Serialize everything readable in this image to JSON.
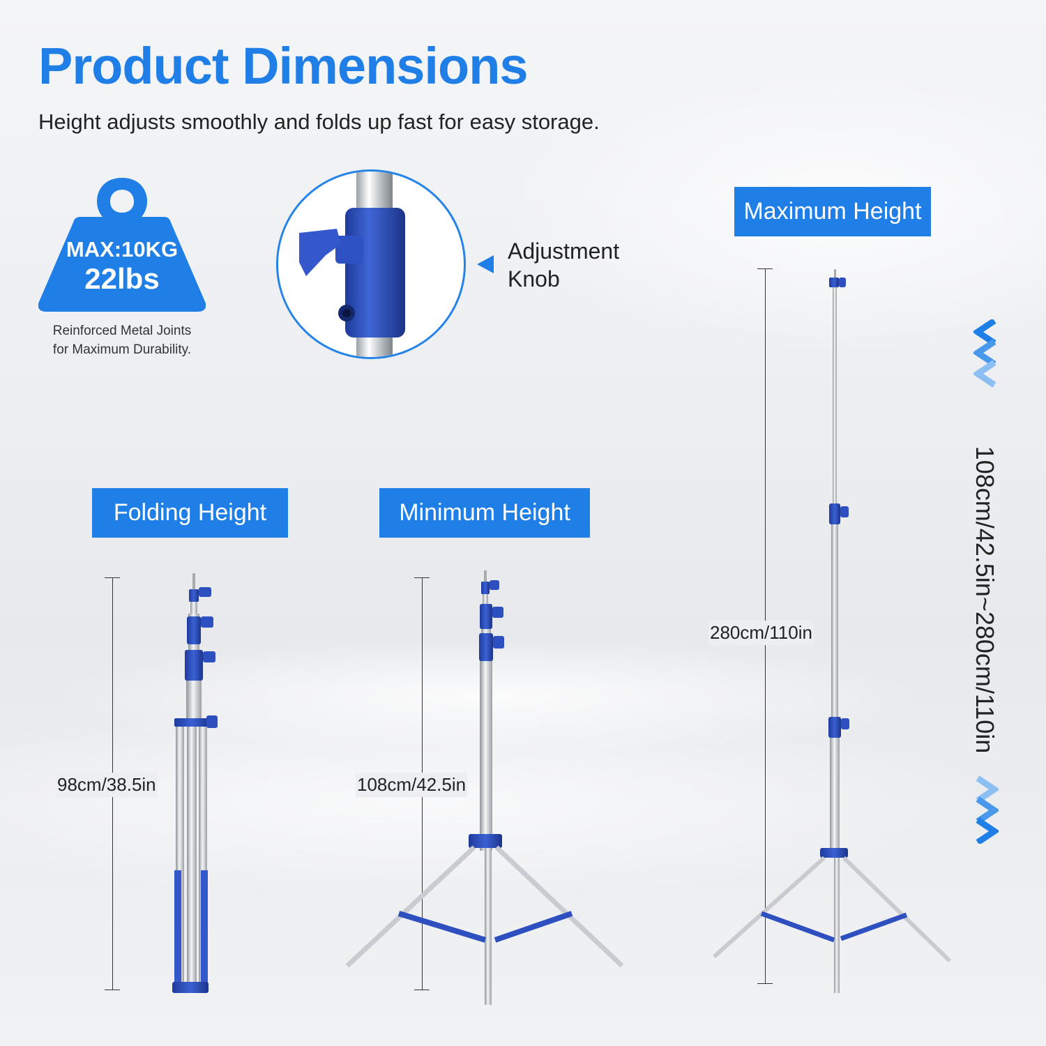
{
  "header": {
    "title": "Product Dimensions",
    "subtitle": "Height adjusts smoothly and folds up fast for easy storage."
  },
  "weight_badge": {
    "line1": "MAX:10KG",
    "line2": "22lbs",
    "caption_line1": "Reinforced Metal Joints",
    "caption_line2": "for Maximum Durability."
  },
  "callout": {
    "line1": "Adjustment",
    "line2": "Knob"
  },
  "stands": {
    "folding": {
      "label": "Folding Height",
      "measurement": "98cm/38.5in"
    },
    "minimum": {
      "label": "Minimum Height",
      "measurement": "108cm/42.5in"
    },
    "maximum": {
      "label": "Maximum Height",
      "measurement": "280cm/110in"
    }
  },
  "range": {
    "label": "108cm/42.5in~280cm/110in"
  },
  "colors": {
    "accent": "#1f7fe6",
    "knob_blue": "#2d4fbf",
    "metal": "#d9dcdf"
  }
}
